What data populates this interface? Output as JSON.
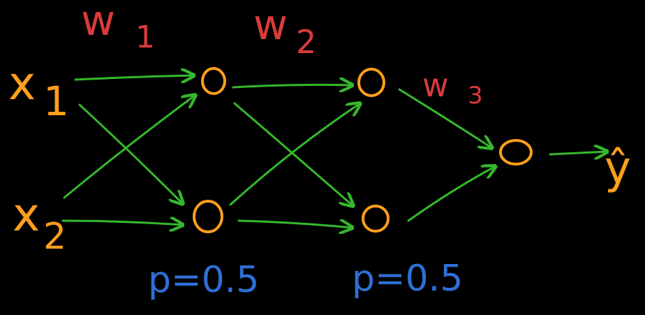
{
  "diagram": {
    "inputs": [
      {
        "letter": "x",
        "subscript": "1"
      },
      {
        "letter": "x",
        "subscript": "2"
      }
    ],
    "weights": [
      {
        "letter": "w",
        "subscript": "1"
      },
      {
        "letter": "w",
        "subscript": "2"
      },
      {
        "letter": "w",
        "subscript": "3"
      }
    ],
    "output": {
      "label": "ŷ"
    },
    "dropout": [
      {
        "label": "p=0.5"
      },
      {
        "label": "p=0.5"
      }
    ]
  },
  "colors": {
    "background": "#000000",
    "nodes": "#ff9f1c",
    "input_labels": "#ff9f1c",
    "weight_labels": "#d93b3b",
    "edges": "#35b82c",
    "dropout_labels": "#2f6fd6"
  }
}
